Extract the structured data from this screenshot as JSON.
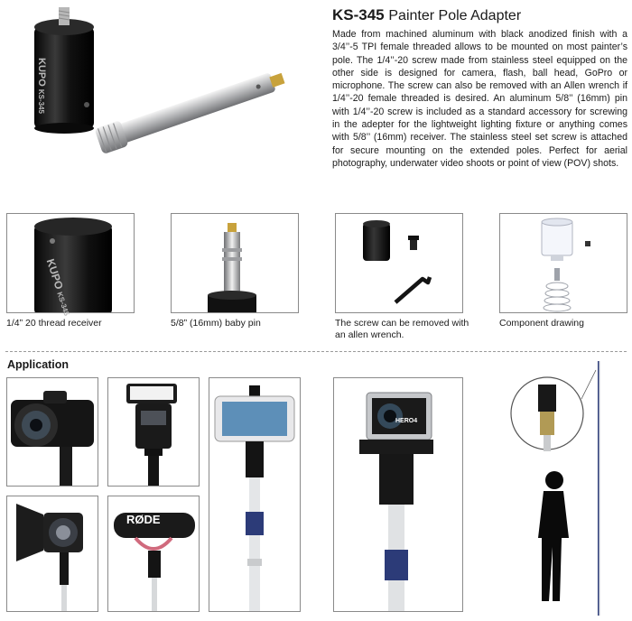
{
  "product": {
    "model": "KS-345",
    "name": "Painter Pole Adapter",
    "description": "Made from machined aluminum with black anodized finish with a 3/4’’-5 TPI female threaded allows to be mounted on most painter’s pole.  The 1/4’’-20 screw made from stainless steel equipped on the other side is designed for camera, flash, ball head, GoPro or microphone. The screw can also be removed with an Allen wrench if 1/4’’-20 female threaded is desired.  An aluminum 5/8’’ (16mm) pin with 1/4’’-20 screw is included as a standard accessory for screwing in the adepter for the lightweight lighting fixture or anything comes with 5/8’’ (16mm) receiver.  The stainless steel set screw is attached for secure mounting on the extended poles.  Perfect for aerial photography, underwater video shoots or point of view (POV) shots."
  },
  "engraving": {
    "brand": "KUPO",
    "model": "KS-345"
  },
  "gopro_label": "HERO4",
  "mic_brand": "RØDE",
  "details": [
    {
      "caption": "1/4” 20 thread receiver"
    },
    {
      "caption": "5/8” (16mm) baby pin"
    },
    {
      "caption": "The screw can  be removed with an allen wrench."
    },
    {
      "caption": "Component drawing"
    }
  ],
  "application": {
    "title": "Application"
  },
  "colors": {
    "anodized_black": "#1b1b1b",
    "steel": "#c9cbcd",
    "pole_blue": "#2c3b78",
    "frame": "#8a8a8a"
  }
}
